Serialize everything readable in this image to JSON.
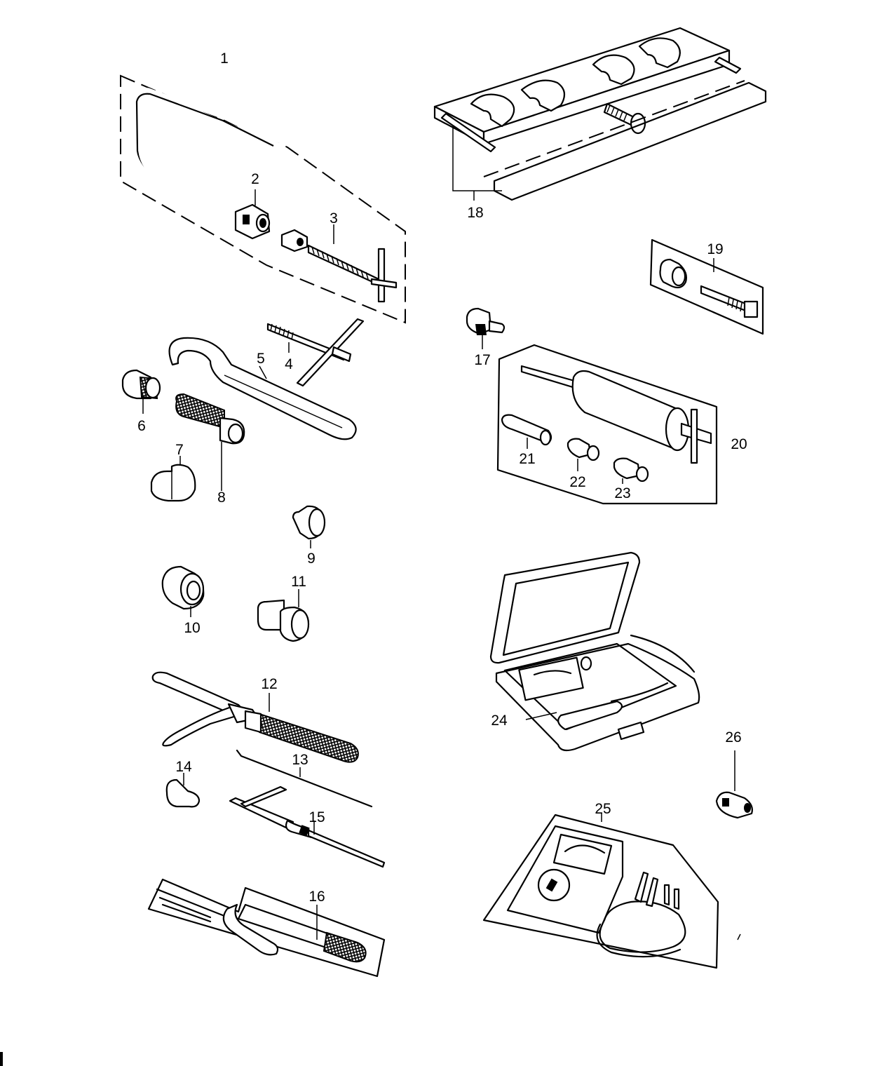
{
  "callouts": [
    {
      "id": "1",
      "label": "1"
    },
    {
      "id": "2",
      "label": "2"
    },
    {
      "id": "3",
      "label": "3"
    },
    {
      "id": "4",
      "label": "4"
    },
    {
      "id": "5",
      "label": "5"
    },
    {
      "id": "6",
      "label": "6"
    },
    {
      "id": "7",
      "label": "7"
    },
    {
      "id": "8",
      "label": "8"
    },
    {
      "id": "9",
      "label": "9"
    },
    {
      "id": "10",
      "label": "10"
    },
    {
      "id": "11",
      "label": "11"
    },
    {
      "id": "12",
      "label": "12"
    },
    {
      "id": "13",
      "label": "13"
    },
    {
      "id": "14",
      "label": "14"
    },
    {
      "id": "15",
      "label": "15"
    },
    {
      "id": "16",
      "label": "16"
    },
    {
      "id": "17",
      "label": "17"
    },
    {
      "id": "18",
      "label": "18"
    },
    {
      "id": "19",
      "label": "19"
    },
    {
      "id": "20",
      "label": "20"
    },
    {
      "id": "21",
      "label": "21"
    },
    {
      "id": "22",
      "label": "22"
    },
    {
      "id": "23",
      "label": "23"
    },
    {
      "id": "24",
      "label": "24"
    },
    {
      "id": "25",
      "label": "25"
    },
    {
      "id": "26",
      "label": "26"
    }
  ],
  "colors": {
    "ink": "#000000",
    "paper": "#ffffff"
  }
}
